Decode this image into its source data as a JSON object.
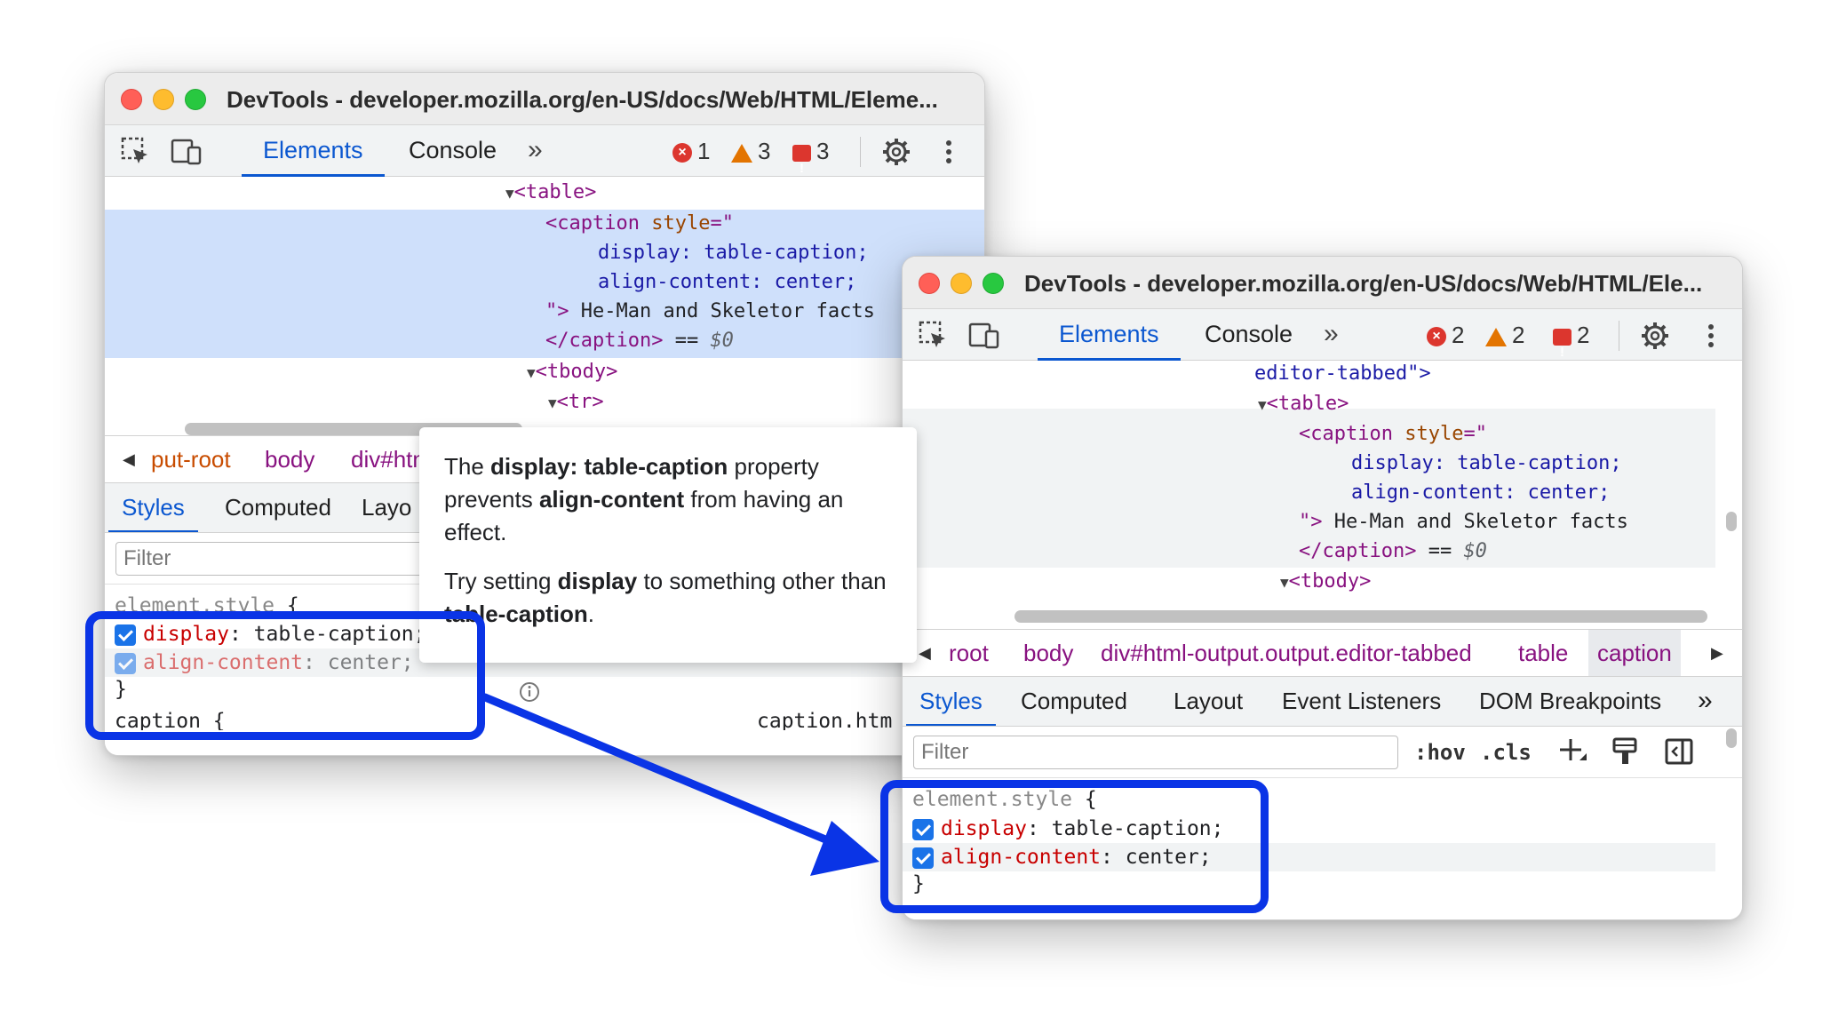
{
  "window_back": {
    "title": "DevTools - developer.mozilla.org/en-US/docs/Web/HTML/Eleme...",
    "tabs": [
      "Elements",
      "Console"
    ],
    "more": "»",
    "errors": "1",
    "warnings": "3",
    "issues": "3",
    "dom": {
      "line1": "<table>",
      "line2_tag": "<caption ",
      "line2_attr": "style",
      "line2_rest": "=\"",
      "line3": "display: table-caption;",
      "line4": "align-content: center;",
      "line5_mark": "\">",
      "line5_text": " He-Man and Skeletor facts",
      "line6_tag": "</caption>",
      "line6_eq": " == ",
      "line6_ref": "$0",
      "line7": "<tbody>",
      "line8": "<tr>"
    },
    "breadcrumbs": [
      "put-root",
      "body",
      "div#htm"
    ],
    "subtabs": [
      "Styles",
      "Computed",
      "Layo"
    ],
    "filter_placeholder": "Filter",
    "styles": {
      "selector": "element.style",
      "open": " {",
      "prop1": "display",
      "val1": "table-caption;",
      "prop2": "align-content",
      "val2": "center;",
      "close": "}",
      "next_rule": "caption {",
      "next_source": "caption.htm"
    },
    "tooltip": {
      "p1_a": "The ",
      "p1_b": "display: table-caption",
      "p1_c": " property prevents ",
      "p1_d": "align-content",
      "p1_e": " from having an effect.",
      "p2_a": "Try setting ",
      "p2_b": "display",
      "p2_c": " to something other than ",
      "p2_d": "table-caption",
      "p2_e": "."
    }
  },
  "window_front": {
    "title": "DevTools - developer.mozilla.org/en-US/docs/Web/HTML/Ele...",
    "tabs": [
      "Elements",
      "Console"
    ],
    "more": "»",
    "errors": "2",
    "warnings": "2",
    "issues": "2",
    "dom": {
      "line0": "editor-tabbed\">",
      "line1": "<table>",
      "line2_tag": "<caption ",
      "line2_attr": "style",
      "line2_rest": "=\"",
      "line3": "display: table-caption;",
      "line4": "align-content: center;",
      "line5_mark": "\">",
      "line5_text": " He-Man and Skeletor facts",
      "line6_tag": "</caption>",
      "line6_eq": " == ",
      "line6_ref": "$0",
      "line7": "<tbody>"
    },
    "breadcrumbs": [
      "root",
      "body",
      "div#html-output.output.editor-tabbed",
      "table",
      "caption"
    ],
    "subtabs": [
      "Styles",
      "Computed",
      "Layout",
      "Event Listeners",
      "DOM Breakpoints"
    ],
    "subtabs_more": "»",
    "filter_placeholder": "Filter",
    "hov": ":hov",
    "cls": ".cls",
    "styles": {
      "selector": "element.style",
      "open": " {",
      "prop1": "display",
      "val1": "table-caption;",
      "prop2": "align-content",
      "val2": "center;",
      "close": "}"
    }
  },
  "colors": {
    "highlight_box": "#0a34e6",
    "accent": "#0b57d0",
    "tag": "#881280",
    "property": "#c80000"
  },
  "icons": [
    "inspect-element-icon",
    "device-toggle-icon",
    "gear-icon",
    "kebab-menu-icon",
    "info-icon",
    "new-rule-icon",
    "paint-icon",
    "sidebar-toggle-icon"
  ]
}
